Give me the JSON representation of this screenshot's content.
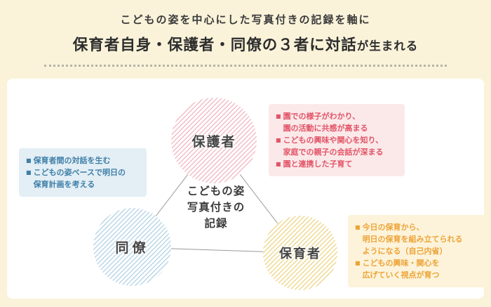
{
  "title": {
    "line1": "こどもの姿を中心にした写真付きの記録を軸に",
    "line2_main": "保育者自身・保護者・同僚の３者に対話",
    "line2_suffix": "が生まれる"
  },
  "diagram": {
    "center_label": "こどもの姿\n写真付きの\n記録",
    "circles": {
      "parents": "保護者",
      "colleagues": "同僚",
      "caregivers": "保育者"
    },
    "notes": {
      "parents": [
        "園での様子がわかり、\n園の活動に共感が高まる",
        "こどもの興味や関心を知り、\n家庭での親子の会話が深まる",
        "園と連携した子育て"
      ],
      "colleagues": [
        "保育者間の対話を生む",
        "こどもの姿ベースで明日の\n保育計画を考える"
      ],
      "caregivers": [
        "今日の保育から、\n明日の保育を組み立てられる\nようになる（自己内省）",
        "こどもの興味・関心を\n広げていく視点が育つ"
      ]
    }
  },
  "icons": {
    "bullet": "■"
  },
  "colors": {
    "background": "#faf3da",
    "panel": "#ffffff",
    "parents_stripe": "#f2bcc6",
    "colleagues_stripe": "#b9d6e7",
    "caregivers_stripe": "#eed88e",
    "parents_note_bg": "#fbe9e9",
    "parents_note_text": "#e25568",
    "colleagues_note_bg": "#e3eef5",
    "colleagues_note_text": "#3f7fa8",
    "caregivers_note_bg": "#fdf3da",
    "caregivers_note_text": "#eda438",
    "connector": "#9a9a9a"
  }
}
